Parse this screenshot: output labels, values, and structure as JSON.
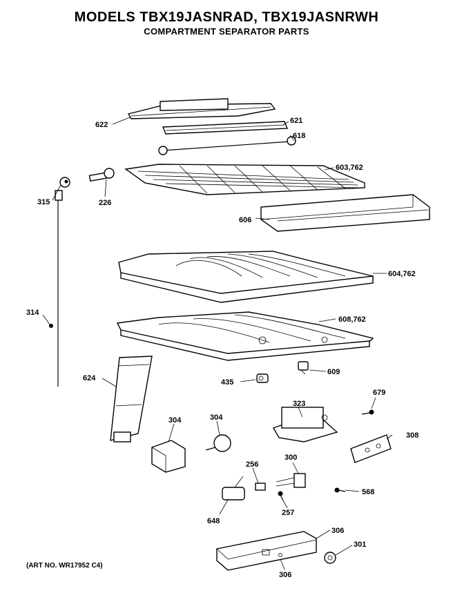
{
  "header": {
    "title": "MODELS TBX19JASNRAD, TBX19JASNRWH",
    "subtitle": "COMPARTMENT SEPARATOR PARTS"
  },
  "callouts": [
    {
      "id": "c622",
      "text": "622"
    },
    {
      "id": "c621",
      "text": "621"
    },
    {
      "id": "c618",
      "text": "618"
    },
    {
      "id": "c603",
      "text": "603,762"
    },
    {
      "id": "c226",
      "text": "226"
    },
    {
      "id": "c315",
      "text": "315"
    },
    {
      "id": "c606",
      "text": "606"
    },
    {
      "id": "c604",
      "text": "604,762"
    },
    {
      "id": "c314",
      "text": "314"
    },
    {
      "id": "c608",
      "text": "608,762"
    },
    {
      "id": "c624",
      "text": "624"
    },
    {
      "id": "c609",
      "text": "609"
    },
    {
      "id": "c435",
      "text": "435"
    },
    {
      "id": "c679",
      "text": "679"
    },
    {
      "id": "c323",
      "text": "323"
    },
    {
      "id": "c304a",
      "text": "304"
    },
    {
      "id": "c304b",
      "text": "304"
    },
    {
      "id": "c308",
      "text": "308"
    },
    {
      "id": "c256",
      "text": "256"
    },
    {
      "id": "c300",
      "text": "300"
    },
    {
      "id": "c568",
      "text": "568"
    },
    {
      "id": "c257",
      "text": "257"
    },
    {
      "id": "c648",
      "text": "648"
    },
    {
      "id": "c306a",
      "text": "306"
    },
    {
      "id": "c301",
      "text": "301"
    },
    {
      "id": "c306b",
      "text": "306"
    }
  ],
  "footer": {
    "art_number": "(ART NO. WR17952 C4)"
  }
}
